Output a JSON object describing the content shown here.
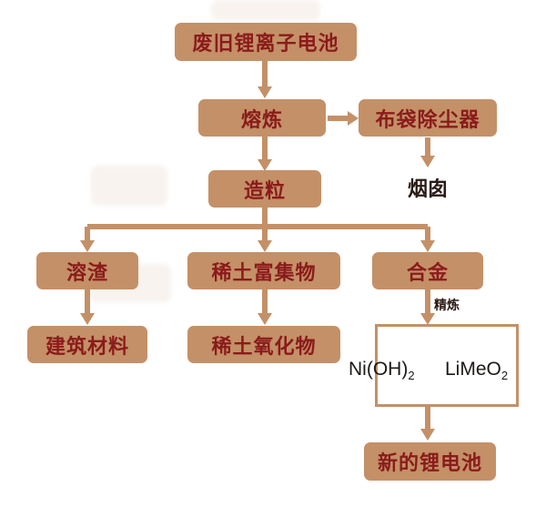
{
  "colors": {
    "box-fill": "#c49067",
    "box-text": "#8a1b1b",
    "arrow": "#c49067",
    "dark-text": "#2a1b14",
    "formula-text": "#1c1917",
    "product-border": "#c49067",
    "background": "#ffffff"
  },
  "nodes": {
    "waste_battery": "废旧锂离子电池",
    "smelting": "熔炼",
    "bag_filter": "布袋除尘器",
    "chimney": "烟囱",
    "granulation": "造粒",
    "slag": "溶渣",
    "rare_earth_concentrate": "稀土富集物",
    "alloy": "合金",
    "building_materials": "建筑材料",
    "rare_earth_oxide": "稀土氧化物",
    "refine": "精炼",
    "new_battery": "新的锂电池"
  },
  "formulas": {
    "nickel_hydroxide": {
      "base": "Ni(OH)",
      "sub": "2"
    },
    "lithium_metal_oxide": {
      "base": "LiMeO",
      "sub": "2"
    }
  }
}
